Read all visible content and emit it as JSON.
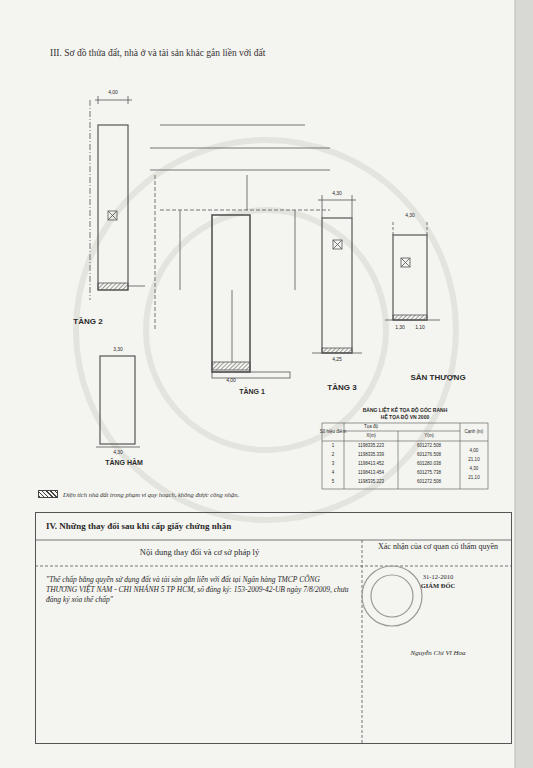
{
  "diagram": {
    "title": "III. Sơ đồ thửa đất, nhà ở và tài sản khác gắn liền với đất",
    "nodes": [
      {
        "text": [
          "IV. Những thay đổi sau khi cấp giấy chứng nhận"
        ]
      },
      {
        "text": [
          "Nội dung thay đổi và cơ sở pháp lý"
        ],
        "in": 0
      },
      {
        "text": [
          "Xác nhận của cơ quan có thẩm quyền"
        ],
        "in": 0
      },
      {
        "text": [
          "\"Thế chấp bằng quyền sử dụng đất và tài sản gắn liền với đất tại Ngân hàng TMCP CÔNG THƯƠNG VIỆT NAM - CHI NHÁNH 5 TP HCM, số đăng ký: 153-2009-42-UB ngày 7/8/2009, chưa đăng ký xóa thế chấp\""
        ],
        "in": 0
      },
      {
        "text": [
          "31-12-2010",
          "GIÁM ĐỐC",
          "Nguyễn Chí Vĩ Hoa"
        ],
        "in": 0
      }
    ],
    "labels": [
      "TẦNG 2",
      "TẦNG 1",
      "TẦNG 3",
      "SÂN THƯỢNG",
      "TẦNG HẦM",
      "4,00",
      "4,00",
      "1,30",
      "1,10",
      "4,30",
      "4,25",
      "4,30",
      "3,30",
      "4,30",
      "BẢNG LIỆT KÊ TỌA ĐỘ GÓC RANH",
      "HỆ TỌA ĐỘ VN 2000",
      "Số hiệu điểm",
      "Tọa độ",
      "X(m)",
      "Y(m)",
      "Cạnh (m)",
      "1",
      "1198335.223",
      "601272.508",
      "4,00",
      "2",
      "1198335.339",
      "601276.508",
      "21,10",
      "3",
      "1198413.452",
      "601280.038",
      "4,30",
      "4",
      "1198413.454",
      "601275.738",
      "21,10",
      "5",
      "1198335.223",
      "601272.508"
    ],
    "legend": [
      {
        "text": "Diện tích nhà đất trong phạm vi quy hoạch, không được công nhận."
      }
    ]
  }
}
